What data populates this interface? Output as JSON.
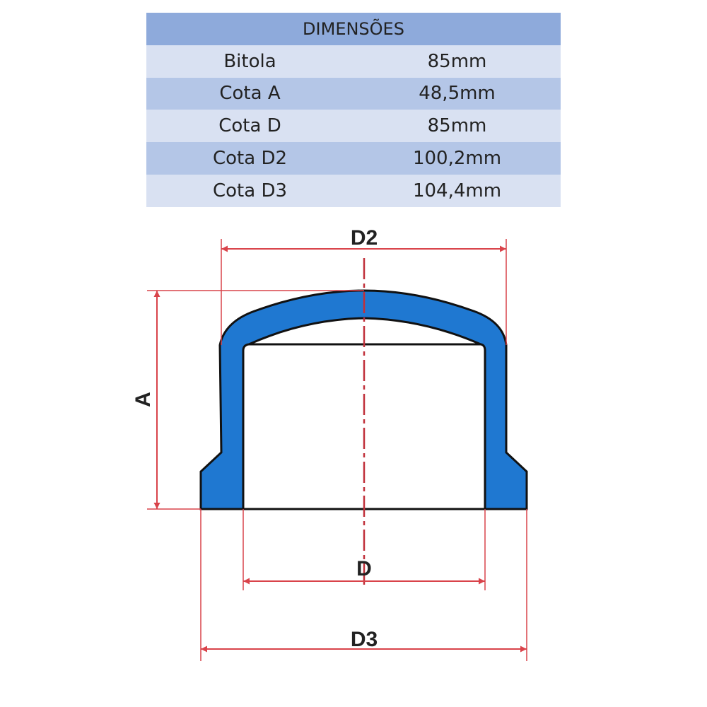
{
  "table": {
    "title": "DIMENSÕES",
    "rows": [
      {
        "label": "Bitola",
        "value": "85mm"
      },
      {
        "label": "Cota A",
        "value": "48,5mm"
      },
      {
        "label": "Cota D",
        "value": "85mm"
      },
      {
        "label": "Cota D2",
        "value": "100,2mm"
      },
      {
        "label": "Cota D3",
        "value": "104,4mm"
      }
    ]
  },
  "drawing": {
    "labels": {
      "d2": "D2",
      "a": "A",
      "d": "D",
      "d3": "D3"
    },
    "colors": {
      "part": "#1f78d1",
      "dimension": "#d9434a",
      "outline": "#111111"
    }
  }
}
